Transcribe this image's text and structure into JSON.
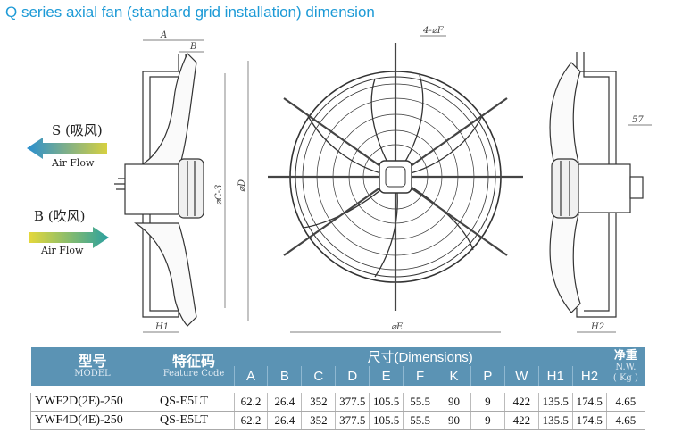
{
  "title": "Q series axial fan (standard grid installation) dimension",
  "drawing": {
    "labels": {
      "a": "A",
      "b": "B",
      "holes": "4-⌀F",
      "c3": "⌀C-3",
      "d": "⌀D",
      "e": "⌀E",
      "h1": "H1",
      "h2": "H2",
      "dim57": "57"
    },
    "suction": {
      "label": "S (吸风)",
      "sub": "Air Flow"
    },
    "blowing": {
      "label": "B (吹风)",
      "sub": "Air Flow"
    }
  },
  "table": {
    "model_header": "型号",
    "model_sub": "MODEL",
    "feature_header": "特征码",
    "feature_sub": "Feature Code",
    "dims_header": "尺寸(Dimensions)",
    "weight_header": "净重",
    "weight_sub1": "N.W.",
    "weight_sub2": "( Kg )",
    "columns": [
      "A",
      "B",
      "C",
      "D",
      "E",
      "F",
      "K",
      "P",
      "W",
      "H1",
      "H2"
    ],
    "rows": [
      {
        "model": "YWF2D(2E)-250",
        "feature": "QS-E5LT",
        "values": [
          "62.2",
          "26.4",
          "352",
          "377.5",
          "105.5",
          "55.5",
          "90",
          "9",
          "422",
          "135.5",
          "174.5"
        ],
        "weight": "4.65"
      },
      {
        "model": "YWF4D(4E)-250",
        "feature": "QS-E5LT",
        "values": [
          "62.2",
          "26.4",
          "352",
          "377.5",
          "105.5",
          "55.5",
          "90",
          "9",
          "422",
          "135.5",
          "174.5"
        ],
        "weight": "4.65"
      }
    ]
  },
  "colors": {
    "title": "#1d9ad6",
    "header": "#5b93b4",
    "suction_arrow": "#3aa7a0",
    "blowing_arrow": "#d8d63a"
  }
}
